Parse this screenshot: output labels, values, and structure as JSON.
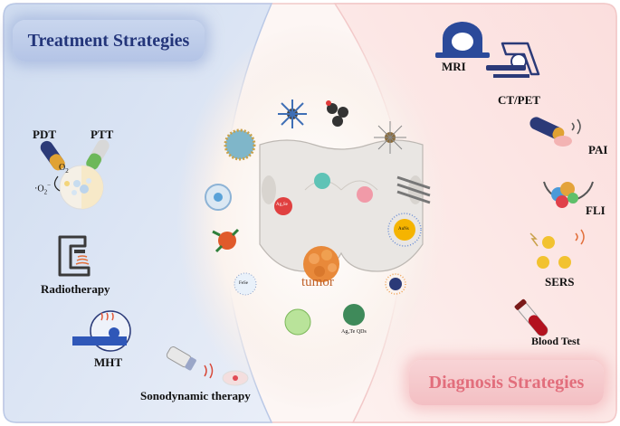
{
  "left_panel": {
    "title": "Treatment Strategies",
    "items": {
      "pdt": "PDT",
      "ptt": "PTT",
      "o2": "O",
      "o2_sub": "2",
      "superoxide": "·O",
      "superoxide_sub": "2",
      "superoxide_sup": "−",
      "radiotherapy": "Radiotherapy",
      "mht": "MHT",
      "sonodynamic": "Sonodynamic therapy"
    }
  },
  "right_panel": {
    "title": "Diagnosis Strategies",
    "items": {
      "mri": "MRI",
      "ctpet": "CT/PET",
      "pai": "PAI",
      "fli": "FLI",
      "sers": "SERS",
      "blood": "Blood Test"
    }
  },
  "center": {
    "tumor_label": "tumor",
    "np_labels": {
      "ag2se": "Ag₂Se",
      "auns": "AuNs",
      "fese": "FeSe",
      "ag2te": "Ag₂Te QDs"
    }
  },
  "colors": {
    "left_bg": "#dce5f3",
    "right_bg": "#fbe6e6",
    "treatment_title": "#23357a",
    "diagnosis_title": "#e26e7c",
    "tumor": "#e8893a"
  }
}
